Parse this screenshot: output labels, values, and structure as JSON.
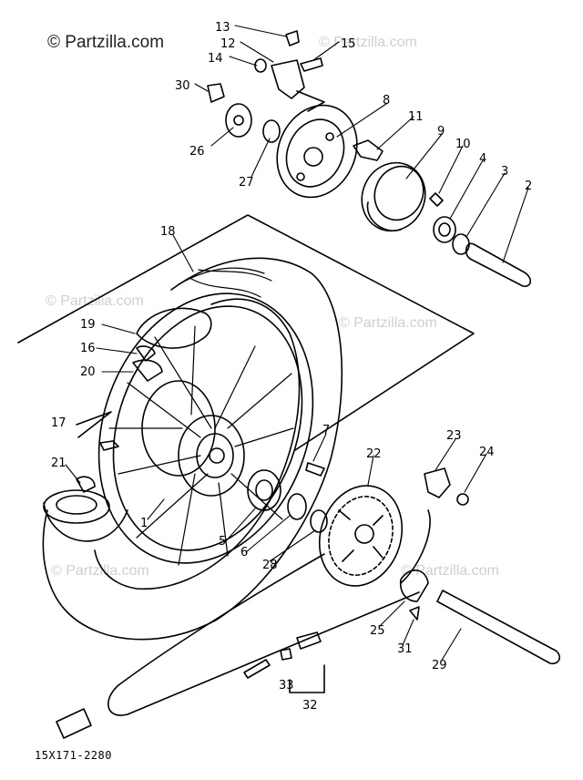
{
  "watermark": {
    "main": "© Partzilla.com",
    "repeat": "© Partzilla.com"
  },
  "diagram_code": "15X171-2280",
  "callouts": [
    "1",
    "2",
    "3",
    "4",
    "5",
    "6",
    "7",
    "8",
    "9",
    "10",
    "11",
    "12",
    "13",
    "14",
    "15",
    "16",
    "17",
    "18",
    "19",
    "20",
    "21",
    "22",
    "23",
    "24",
    "25",
    "26",
    "27",
    "28",
    "29",
    "30",
    "31",
    "32",
    "33"
  ],
  "colors": {
    "ink": "#000000",
    "watermark": "#cfcfcf"
  }
}
